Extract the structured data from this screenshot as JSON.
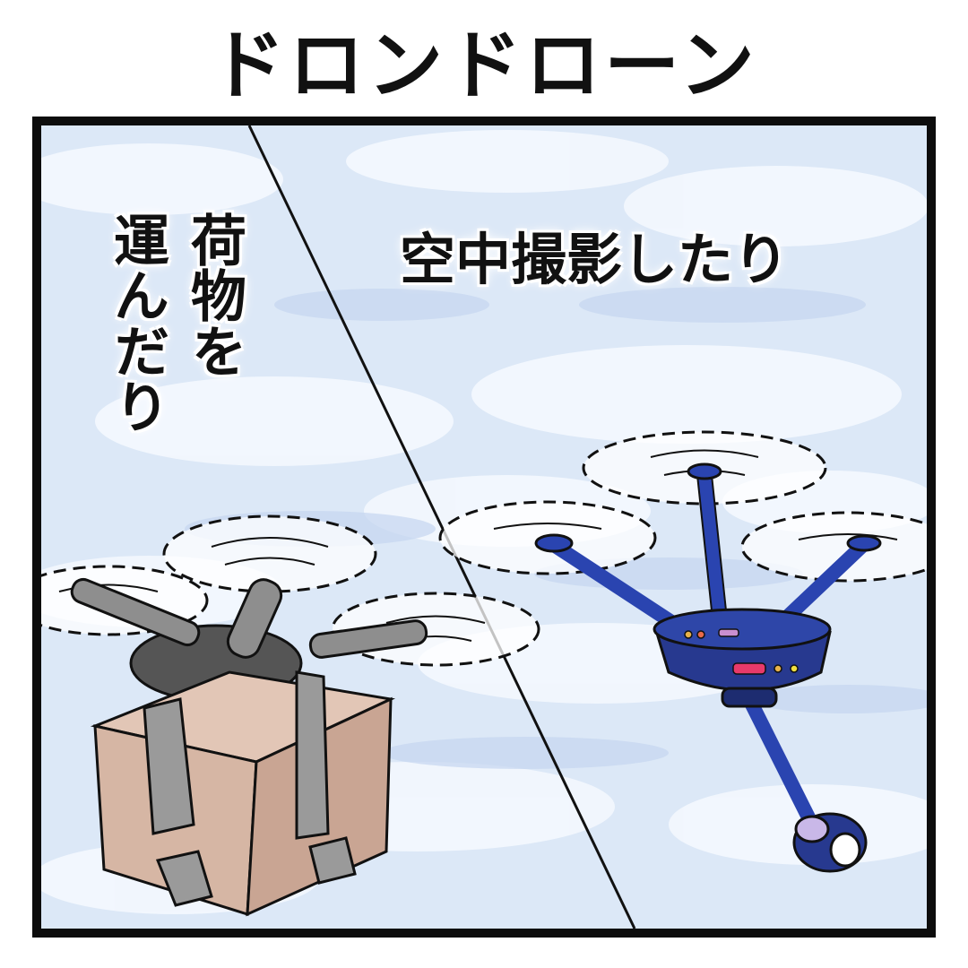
{
  "title": "ドロンドローン",
  "panel": {
    "caption_right": "空中撮影したり",
    "caption_left_col1": "荷物を",
    "caption_left_col2": "運んだり"
  },
  "colors": {
    "sky": "#dce8f7",
    "cloud": "#f4f8fe",
    "box": "#d6b6a4",
    "strap": "#9a9a9a",
    "drone_body": "#27398f",
    "frame": "#111111"
  }
}
